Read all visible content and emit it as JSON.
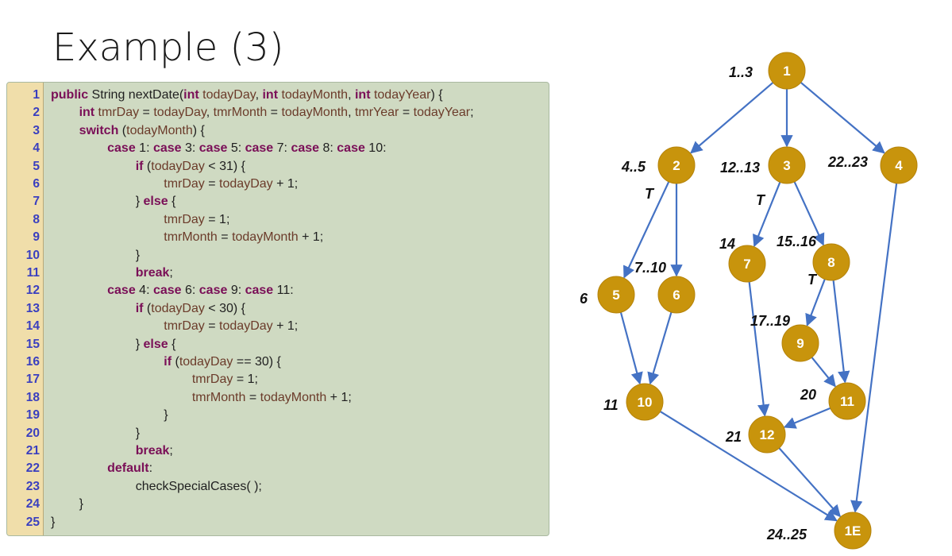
{
  "title": "Example (3)",
  "code": {
    "lines": [
      [
        [
          "kw",
          "public"
        ],
        [
          "pn",
          " String nextDate("
        ],
        [
          "kw",
          "int"
        ],
        [
          "vr",
          " todayDay"
        ],
        [
          "pn",
          ", "
        ],
        [
          "kw",
          "int"
        ],
        [
          "vr",
          " todayMonth"
        ],
        [
          "pn",
          ", "
        ],
        [
          "kw",
          "int"
        ],
        [
          "vr",
          " todayYear"
        ],
        [
          "pn",
          ") {"
        ]
      ],
      [
        [
          "pn",
          "        "
        ],
        [
          "kw",
          "int"
        ],
        [
          "vr",
          " tmrDay"
        ],
        [
          "pn",
          " = "
        ],
        [
          "vr",
          "todayDay"
        ],
        [
          "pn",
          ", "
        ],
        [
          "vr",
          "tmrMonth"
        ],
        [
          "pn",
          " = "
        ],
        [
          "vr",
          "todayMonth"
        ],
        [
          "pn",
          ", "
        ],
        [
          "vr",
          "tmrYear"
        ],
        [
          "pn",
          " = "
        ],
        [
          "vr",
          "todayYear"
        ],
        [
          "pn",
          ";"
        ]
      ],
      [
        [
          "pn",
          "        "
        ],
        [
          "kw",
          "switch"
        ],
        [
          "pn",
          " ("
        ],
        [
          "vr",
          "todayMonth"
        ],
        [
          "pn",
          ") {"
        ]
      ],
      [
        [
          "pn",
          "                "
        ],
        [
          "kw",
          "case"
        ],
        [
          "pn",
          " 1: "
        ],
        [
          "kw",
          "case"
        ],
        [
          "pn",
          " 3: "
        ],
        [
          "kw",
          "case"
        ],
        [
          "pn",
          " 5: "
        ],
        [
          "kw",
          "case"
        ],
        [
          "pn",
          " 7: "
        ],
        [
          "kw",
          "case"
        ],
        [
          "pn",
          " 8: "
        ],
        [
          "kw",
          "case"
        ],
        [
          "pn",
          " 10:"
        ]
      ],
      [
        [
          "pn",
          "                        "
        ],
        [
          "kw",
          "if"
        ],
        [
          "pn",
          " ("
        ],
        [
          "vr",
          "todayDay"
        ],
        [
          "pn",
          " < 31) {"
        ]
      ],
      [
        [
          "pn",
          "                                "
        ],
        [
          "vr",
          "tmrDay"
        ],
        [
          "pn",
          " = "
        ],
        [
          "vr",
          "todayDay"
        ],
        [
          "pn",
          " + 1;"
        ]
      ],
      [
        [
          "pn",
          "                        } "
        ],
        [
          "kw",
          "else"
        ],
        [
          "pn",
          " {"
        ]
      ],
      [
        [
          "pn",
          "                                "
        ],
        [
          "vr",
          "tmrDay"
        ],
        [
          "pn",
          " = 1;"
        ]
      ],
      [
        [
          "pn",
          "                                "
        ],
        [
          "vr",
          "tmrMonth"
        ],
        [
          "pn",
          " = "
        ],
        [
          "vr",
          "todayMonth"
        ],
        [
          "pn",
          " + 1;"
        ]
      ],
      [
        [
          "pn",
          "                        }"
        ]
      ],
      [
        [
          "pn",
          "                        "
        ],
        [
          "kw",
          "break"
        ],
        [
          "pn",
          ";"
        ]
      ],
      [
        [
          "pn",
          "                "
        ],
        [
          "kw",
          "case"
        ],
        [
          "pn",
          " 4: "
        ],
        [
          "kw",
          "case"
        ],
        [
          "pn",
          " 6: "
        ],
        [
          "kw",
          "case"
        ],
        [
          "pn",
          " 9: "
        ],
        [
          "kw",
          "case"
        ],
        [
          "pn",
          " 11:"
        ]
      ],
      [
        [
          "pn",
          "                        "
        ],
        [
          "kw",
          "if"
        ],
        [
          "pn",
          " ("
        ],
        [
          "vr",
          "todayDay"
        ],
        [
          "pn",
          " < 30) {"
        ]
      ],
      [
        [
          "pn",
          "                                "
        ],
        [
          "vr",
          "tmrDay"
        ],
        [
          "pn",
          " = "
        ],
        [
          "vr",
          "todayDay"
        ],
        [
          "pn",
          " + 1;"
        ]
      ],
      [
        [
          "pn",
          "                        } "
        ],
        [
          "kw",
          "else"
        ],
        [
          "pn",
          " {"
        ]
      ],
      [
        [
          "pn",
          "                                "
        ],
        [
          "kw",
          "if"
        ],
        [
          "pn",
          " ("
        ],
        [
          "vr",
          "todayDay"
        ],
        [
          "pn",
          " == 30) {"
        ]
      ],
      [
        [
          "pn",
          "                                        "
        ],
        [
          "vr",
          "tmrDay"
        ],
        [
          "pn",
          " = 1;"
        ]
      ],
      [
        [
          "pn",
          "                                        "
        ],
        [
          "vr",
          "tmrMonth"
        ],
        [
          "pn",
          " = "
        ],
        [
          "vr",
          "todayMonth"
        ],
        [
          "pn",
          " + 1;"
        ]
      ],
      [
        [
          "pn",
          "                                }"
        ]
      ],
      [
        [
          "pn",
          "                        }"
        ]
      ],
      [
        [
          "pn",
          "                        "
        ],
        [
          "kw",
          "break"
        ],
        [
          "pn",
          ";"
        ]
      ],
      [
        [
          "pn",
          "                "
        ],
        [
          "kw",
          "default"
        ],
        [
          "pn",
          ":"
        ]
      ],
      [
        [
          "pn",
          "                        checkSpecialCases( );"
        ]
      ],
      [
        [
          "pn",
          "        }"
        ]
      ],
      [
        [
          "pn",
          "}"
        ]
      ]
    ]
  },
  "graph": {
    "nodes": [
      {
        "id": "1",
        "label": "1",
        "lines": "1..3"
      },
      {
        "id": "2",
        "label": "2",
        "lines": "4..5"
      },
      {
        "id": "3",
        "label": "3",
        "lines": "12..13"
      },
      {
        "id": "4",
        "label": "4",
        "lines": "22..23"
      },
      {
        "id": "5",
        "label": "5",
        "lines": "6"
      },
      {
        "id": "6",
        "label": "6",
        "lines": "7..10"
      },
      {
        "id": "7",
        "label": "7",
        "lines": "14"
      },
      {
        "id": "8",
        "label": "8",
        "lines": "15..16"
      },
      {
        "id": "9",
        "label": "9",
        "lines": "17..19"
      },
      {
        "id": "10",
        "label": "10",
        "lines": "11"
      },
      {
        "id": "11",
        "label": "11",
        "lines": "20"
      },
      {
        "id": "12",
        "label": "12",
        "lines": "21"
      },
      {
        "id": "1E",
        "label": "1E",
        "lines": "24..25"
      }
    ],
    "edges": [
      {
        "from": "1",
        "to": "2",
        "label": ""
      },
      {
        "from": "1",
        "to": "3",
        "label": ""
      },
      {
        "from": "1",
        "to": "4",
        "label": ""
      },
      {
        "from": "2",
        "to": "5",
        "label": "T"
      },
      {
        "from": "2",
        "to": "6",
        "label": ""
      },
      {
        "from": "3",
        "to": "7",
        "label": "T"
      },
      {
        "from": "3",
        "to": "8",
        "label": ""
      },
      {
        "from": "8",
        "to": "9",
        "label": "T"
      },
      {
        "from": "8",
        "to": "11",
        "label": ""
      },
      {
        "from": "9",
        "to": "11",
        "label": ""
      },
      {
        "from": "5",
        "to": "10",
        "label": ""
      },
      {
        "from": "6",
        "to": "10",
        "label": ""
      },
      {
        "from": "7",
        "to": "12",
        "label": ""
      },
      {
        "from": "11",
        "to": "12",
        "label": ""
      },
      {
        "from": "10",
        "to": "1E",
        "label": ""
      },
      {
        "from": "12",
        "to": "1E",
        "label": ""
      },
      {
        "from": "4",
        "to": "1E",
        "label": ""
      }
    ]
  }
}
